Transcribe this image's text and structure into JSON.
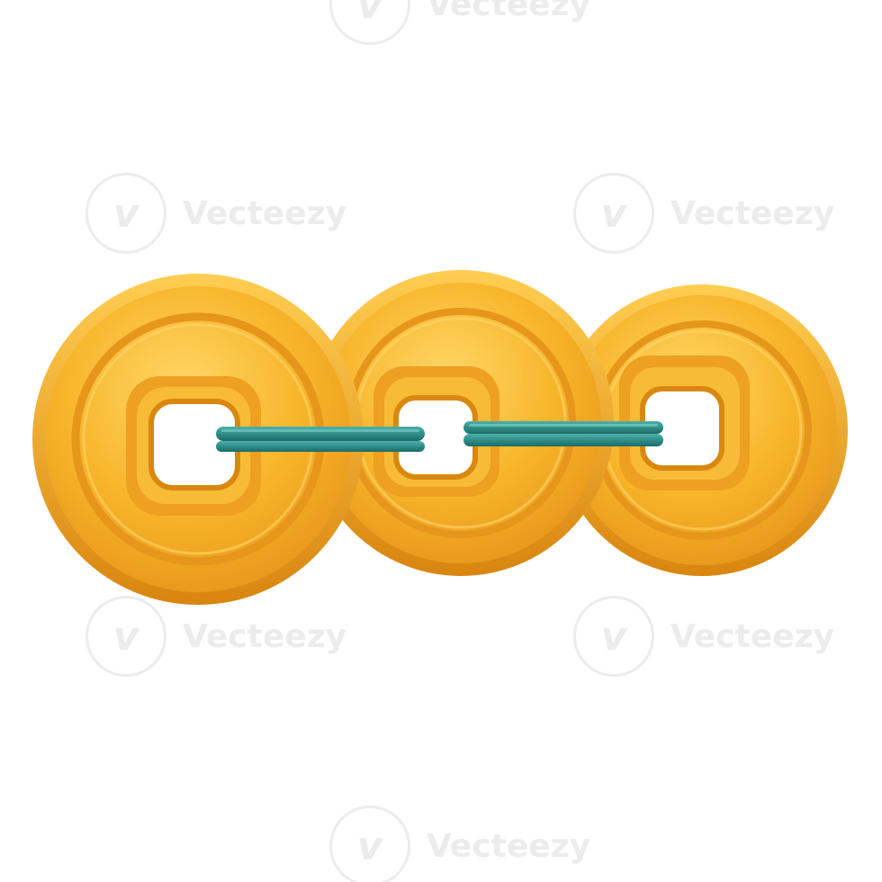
{
  "image": {
    "subject": "three-gold-coins-on-cord"
  },
  "watermark": {
    "text": "Vecteezy",
    "logo_glyph": "v"
  },
  "colors": {
    "background": "#ffffff",
    "coin_gold": "#f5b324",
    "coin_gold_light": "#ffd05a",
    "coin_gold_dark": "#e08e12",
    "cord_teal": "#2f8f8a",
    "cord_dark": "#1f6b67"
  }
}
